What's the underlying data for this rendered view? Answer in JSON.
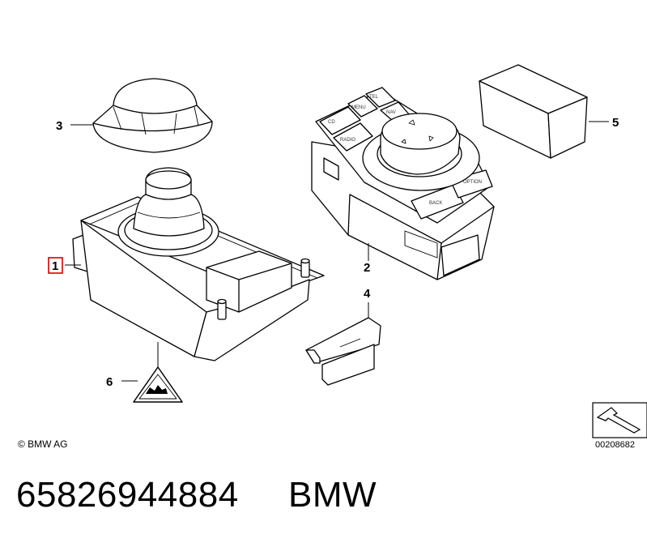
{
  "callouts": [
    {
      "id": "1",
      "label": "1",
      "highlighted": true
    },
    {
      "id": "2",
      "label": "2",
      "highlighted": false
    },
    {
      "id": "3",
      "label": "3",
      "highlighted": false
    },
    {
      "id": "4",
      "label": "4",
      "highlighted": false
    },
    {
      "id": "5",
      "label": "5",
      "highlighted": false
    },
    {
      "id": "6",
      "label": "6",
      "highlighted": false
    }
  ],
  "controller_buttons": {
    "cd": "CD",
    "menu": "MENU",
    "tel": "TEL",
    "radio": "RADIO",
    "nav": "NAV",
    "back": "BACK",
    "option": "OPTION"
  },
  "copyright": "© BMW AG",
  "diagram_ref": "00208682",
  "footer": {
    "part_number": "65826944884",
    "brand": "BMW"
  },
  "colors": {
    "highlight": "#d40000",
    "line": "#000000"
  }
}
